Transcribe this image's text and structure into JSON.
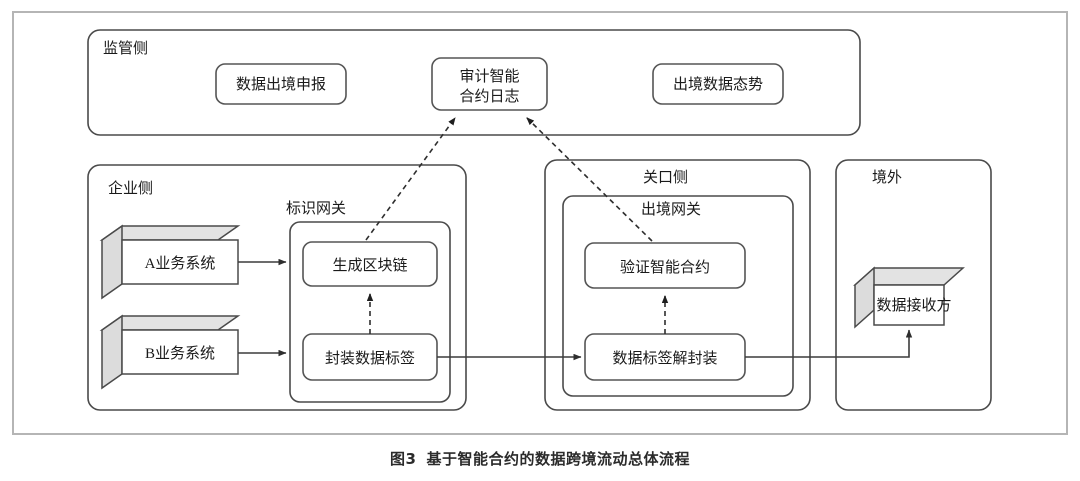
{
  "figure": {
    "caption_number": "图3",
    "caption_title": "基于智能合约的数据跨境流动总体流程"
  },
  "colors": {
    "panel_stroke": "#4a4a4a",
    "node_stroke": "#555555",
    "frame_stroke": "#b5b5b5",
    "box_top_face": "#e3e3e3",
    "box_side_face": "#dcdcdc",
    "line": "#3c3c3c",
    "background": "#ffffff"
  },
  "panels": {
    "regulator": {
      "title": "监管侧",
      "nodes": [
        {
          "id": "declaration",
          "label": "数据出境申报"
        },
        {
          "id": "audit-log",
          "label_line1": "审计智能",
          "label_line2": "合约日志"
        },
        {
          "id": "situation",
          "label": "出境数据态势"
        }
      ]
    },
    "enterprise": {
      "title": "企业侧",
      "systems": [
        {
          "id": "system-a",
          "label": "A业务系统"
        },
        {
          "id": "system-b",
          "label": "B业务系统"
        }
      ],
      "gateway": {
        "title": "标识网关",
        "nodes": [
          {
            "id": "generate-blockchain",
            "label": "生成区块链"
          },
          {
            "id": "encapsulate-tag",
            "label": "封装数据标签"
          }
        ]
      }
    },
    "customs": {
      "title": "关口侧",
      "gateway": {
        "title": "出境网关",
        "nodes": [
          {
            "id": "verify-contract",
            "label": "验证智能合约"
          },
          {
            "id": "decapsulate-tag",
            "label": "数据标签解封装"
          }
        ]
      }
    },
    "overseas": {
      "title": "境外",
      "nodes": [
        {
          "id": "data-receiver",
          "label": "数据接收方"
        }
      ]
    }
  },
  "flows": {
    "solid": [
      {
        "from": "system-a",
        "to": "identification-gateway"
      },
      {
        "from": "system-b",
        "to": "identification-gateway"
      },
      {
        "from": "encapsulate-tag",
        "to": "decapsulate-tag"
      },
      {
        "from": "decapsulate-tag",
        "to": "data-receiver"
      }
    ],
    "dashed": [
      {
        "from": "encapsulate-tag",
        "to": "generate-blockchain"
      },
      {
        "from": "decapsulate-tag",
        "to": "verify-contract"
      },
      {
        "from": "generate-blockchain",
        "to": "audit-log"
      },
      {
        "from": "verify-contract",
        "to": "audit-log"
      }
    ]
  }
}
